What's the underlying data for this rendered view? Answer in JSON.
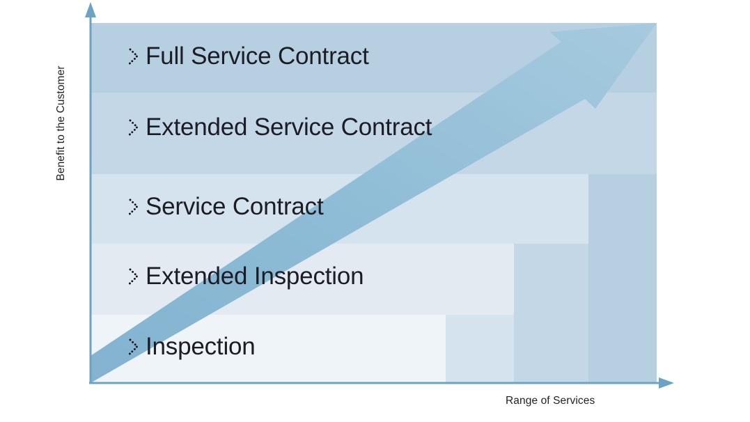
{
  "chart_data": {
    "type": "bar",
    "title": "",
    "xlabel": "Range of Services",
    "ylabel": "Benefit to the Customer",
    "categories": [
      "Inspection",
      "Extended Inspection",
      "Service Contract",
      "Extended Service Contract",
      "Full Service Contract"
    ],
    "values": [
      1,
      2,
      3,
      4,
      5
    ],
    "ylim": [
      0,
      5
    ],
    "grid": false,
    "legend": "none",
    "annotations": [
      "Ascending arrow from bottom-left to top-right indicating increasing benefit with increasing range of services"
    ]
  },
  "axes": {
    "y_title": "Benefit to the Customer",
    "x_title": "Range of Services",
    "line_color": "#6ba3c4"
  },
  "tiers": [
    {
      "label": "Full Service Contract",
      "bullet": "chevron-dots-icon",
      "fill": "#b6d0e2",
      "rank": 5
    },
    {
      "label": "Extended Service Contract",
      "bullet": "chevron-dots-icon",
      "fill": "#c3d7e7",
      "rank": 4
    },
    {
      "label": "Service Contract",
      "bullet": "chevron-dots-icon",
      "fill": "#d4e3ed",
      "rank": 3
    },
    {
      "label": "Extended Inspection",
      "bullet": "chevron-dots-icon",
      "fill": "#e3eaf2",
      "rank": 2
    },
    {
      "label": "Inspection",
      "bullet": "chevron-dots-icon",
      "fill": "#eff4f8",
      "rank": 1
    }
  ],
  "arrow": {
    "name": "growth-arrow",
    "color_light": "#9dc4dc",
    "color_dark": "#79aecc"
  },
  "colors": {
    "accent": "#6ba3c4",
    "text": "#231f20",
    "background": "#ffffff"
  }
}
